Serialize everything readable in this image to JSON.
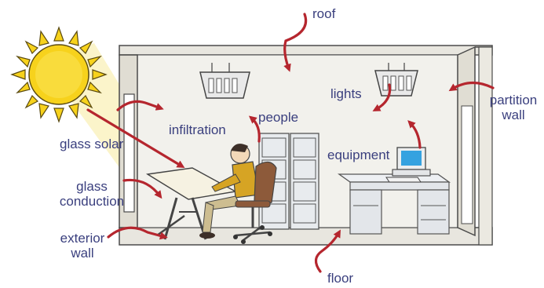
{
  "labels": {
    "roof": "roof",
    "lights": "lights",
    "partition_wall": [
      "partition",
      "wall"
    ],
    "people": "people",
    "infiltration": "infiltration",
    "glass_solar": "glass solar",
    "glass_conduction": [
      "glass",
      "conduction"
    ],
    "equipment": "equipment",
    "exterior_wall": [
      "exterior",
      "wall"
    ],
    "floor": "floor"
  },
  "colors": {
    "label_text": "#3a3f7e",
    "arrow": "#b5262e",
    "sun": "#f7d21c",
    "sun_outline": "#5a4a10",
    "sunbeam": "#fbf3c4",
    "wall": "#e8e6df",
    "wall_outline": "#4a4a4a",
    "room_interior": "#f2f1ec"
  },
  "icons": [
    "sun-icon",
    "ceiling-light-icon",
    "person-at-drafting-table-icon",
    "filing-cabinet-icon",
    "computer-icon",
    "office-desk-icon",
    "office-chair-icon",
    "window-icon"
  ]
}
